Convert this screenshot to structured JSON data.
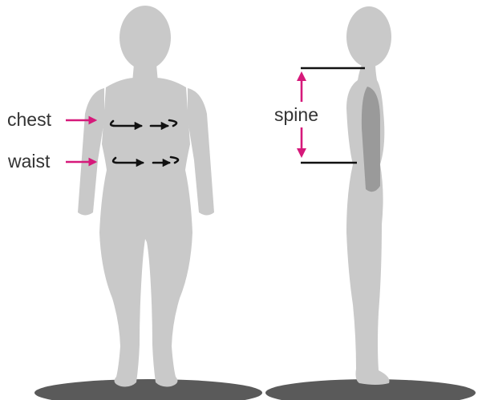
{
  "labels": {
    "chest": "chest",
    "waist": "waist",
    "spine": "spine"
  },
  "colors": {
    "figure": "#c9c9c9",
    "shadow": "#5a5a5a",
    "arrow_accent": "#d6197a",
    "measure_line": "#111111",
    "arm_side": "#9a9a9a",
    "text": "#333333"
  },
  "icons": {
    "front_figure": "front-body-silhouette",
    "side_figure": "side-body-silhouette",
    "circumference_arrow": "curved-arrow-icon",
    "pointer_arrow": "right-arrow-icon",
    "length_arrow": "double-headed-arrow-icon"
  }
}
